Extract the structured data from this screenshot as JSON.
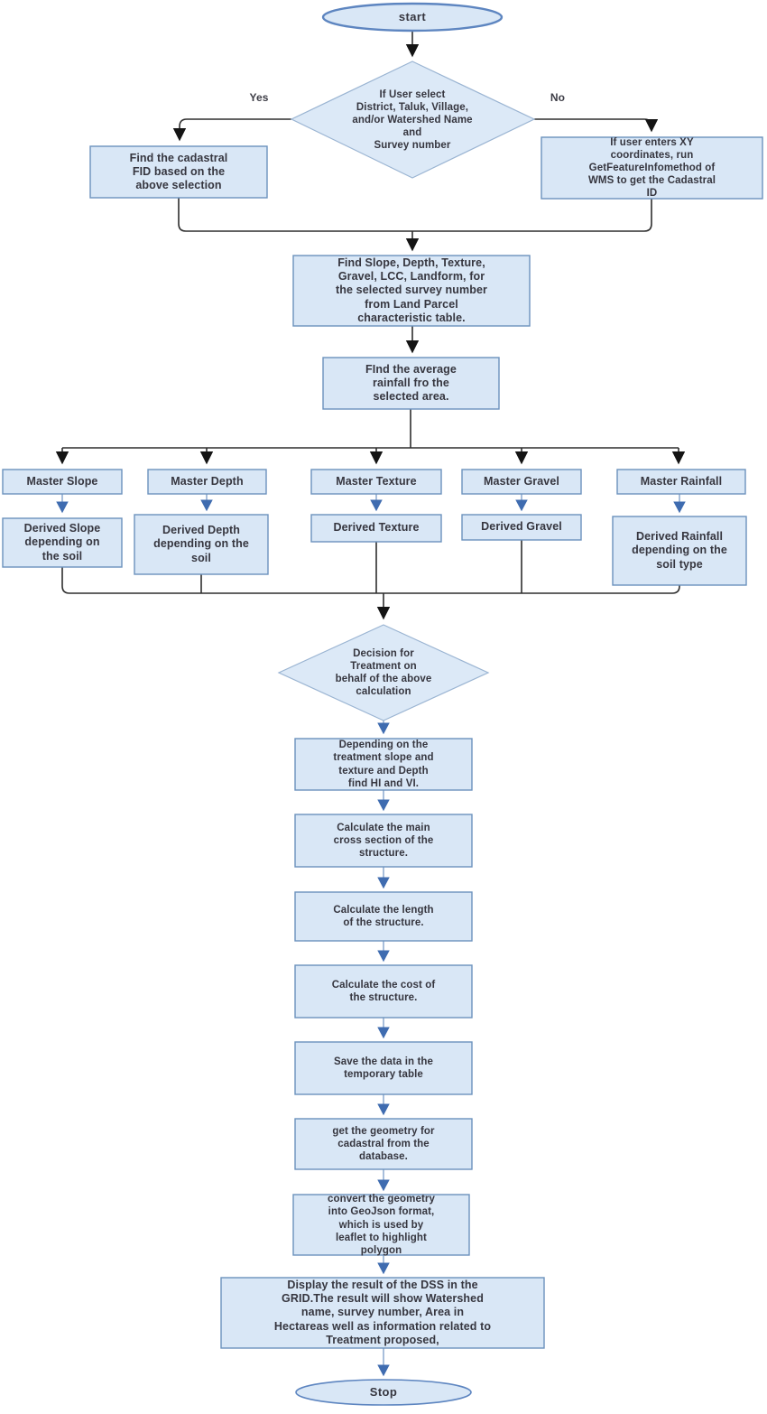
{
  "diagram": {
    "edge_labels": {
      "yes": "Yes",
      "no": "No"
    },
    "nodes": {
      "start": "start",
      "user_select_decision": "If User select\nDistrict, Taluk, Village,\nand/or Watershed Name\nand\nSurvey number",
      "find_cadastral_fid": "Find the cadastral\nFID based on the\nabove selection",
      "xy_coordinates": "If user enters XY\ncoordinates, run\nGetFeatureInfomethod of\nWMS to get the Cadastral\nID",
      "find_characteristics": "Find Slope, Depth, Texture,\nGravel, LCC, Landform, for\nthe selected survey number\nfrom Land Parcel\ncharacteristic table.",
      "find_average_rainfall": "FInd the average\nrainfall fro the\nselected area.",
      "master_slope": "Master Slope",
      "master_depth": "Master Depth",
      "master_texture": "Master Texture",
      "master_gravel": "Master Gravel",
      "master_rainfall": "Master Rainfall",
      "derived_slope": "Derived Slope\ndepending on\nthe soil",
      "derived_depth": "Derived Depth\ndepending on the\nsoil",
      "derived_texture": "Derived Texture",
      "derived_gravel": "Derived Gravel",
      "derived_rainfall": "Derived Rainfall\ndepending on the\nsoil type",
      "treatment_decision": "Decision for\nTreatment on\nbehalf of the above\ncalculation",
      "find_hi_vi": "Depending on the\ntreatment slope and\ntexture and Depth\nfind HI and VI.",
      "calc_cross_section": "Calculate the main\ncross section of the\nstructure.",
      "calc_length": "Calculate the length\nof the structure.",
      "calc_cost": "Calculate the cost of\nthe structure.",
      "save_data": "Save the data in the\ntemporary table",
      "get_geometry": "get the geometry for\ncadastral from the\ndatabase.",
      "convert_geojson": "convert the geometry\ninto GeoJson format,\nwhich is used by\nleaflet to highlight\npolygon",
      "display_result": "Display the result of the DSS in the\nGRID.The result will show Watershed\nname, survey number, Area in\nHectareas well as information related to\nTreatment proposed,",
      "stop": "Stop"
    },
    "colors": {
      "node_fill": "#d9e7f6",
      "node_stroke": "#6b92bd",
      "diamond_stroke": "#9ab4d2",
      "terminator_stroke": "#5d85c0",
      "arrow_black": "#1c1c1c",
      "arrow_blue_shaft": "#8ba8cf",
      "arrow_blue_head": "#3f6cb0",
      "text": "#36363f"
    }
  }
}
